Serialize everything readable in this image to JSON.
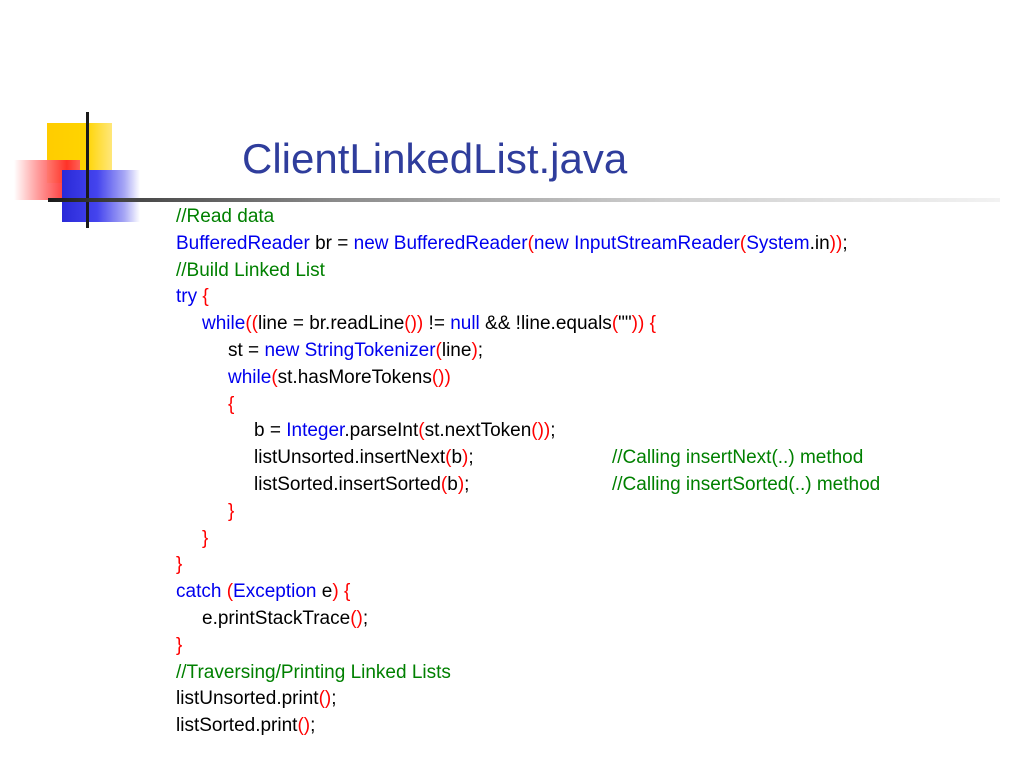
{
  "slide": {
    "title": "ClientLinkedList.java",
    "code_lines": [
      {
        "indent": 0,
        "tokens": [
          {
            "t": "c",
            "s": "//Read data"
          }
        ]
      },
      {
        "indent": 0,
        "tokens": [
          {
            "t": "k",
            "s": "BufferedReader"
          },
          {
            "t": "t",
            "s": " br = "
          },
          {
            "t": "k",
            "s": "new"
          },
          {
            "t": "t",
            "s": " "
          },
          {
            "t": "k",
            "s": "BufferedReader"
          },
          {
            "t": "p",
            "s": "("
          },
          {
            "t": "k",
            "s": "new"
          },
          {
            "t": "t",
            "s": " "
          },
          {
            "t": "k",
            "s": "InputStreamReader"
          },
          {
            "t": "p",
            "s": "("
          },
          {
            "t": "k",
            "s": "System"
          },
          {
            "t": "t",
            "s": ".in"
          },
          {
            "t": "p",
            "s": "))"
          },
          {
            "t": "t",
            "s": ";"
          }
        ]
      },
      {
        "indent": 0,
        "tokens": [
          {
            "t": "c",
            "s": "//Build Linked List"
          }
        ]
      },
      {
        "indent": 0,
        "tokens": [
          {
            "t": "k",
            "s": "try"
          },
          {
            "t": "t",
            "s": " "
          },
          {
            "t": "p",
            "s": "{"
          }
        ]
      },
      {
        "indent": 1,
        "tokens": [
          {
            "t": "k",
            "s": "while"
          },
          {
            "t": "p",
            "s": "(("
          },
          {
            "t": "t",
            "s": "line = br.readLine"
          },
          {
            "t": "p",
            "s": "())"
          },
          {
            "t": "t",
            "s": " != "
          },
          {
            "t": "k",
            "s": "null"
          },
          {
            "t": "t",
            "s": " && !line.equals"
          },
          {
            "t": "p",
            "s": "("
          },
          {
            "t": "t",
            "s": "\"\""
          },
          {
            "t": "p",
            "s": "))"
          },
          {
            "t": "t",
            "s": " "
          },
          {
            "t": "p",
            "s": "{"
          }
        ]
      },
      {
        "indent": 2,
        "tokens": [
          {
            "t": "t",
            "s": "st = "
          },
          {
            "t": "k",
            "s": "new"
          },
          {
            "t": "t",
            "s": " "
          },
          {
            "t": "k",
            "s": "StringTokenizer"
          },
          {
            "t": "p",
            "s": "("
          },
          {
            "t": "t",
            "s": "line"
          },
          {
            "t": "p",
            "s": ")"
          },
          {
            "t": "t",
            "s": ";"
          }
        ]
      },
      {
        "indent": 2,
        "tokens": [
          {
            "t": "k",
            "s": "while"
          },
          {
            "t": "p",
            "s": "("
          },
          {
            "t": "t",
            "s": "st.hasMoreTokens"
          },
          {
            "t": "p",
            "s": "())"
          }
        ]
      },
      {
        "indent": 2,
        "tokens": [
          {
            "t": "p",
            "s": "{"
          }
        ]
      },
      {
        "indent": 3,
        "tokens": [
          {
            "t": "t",
            "s": "b = "
          },
          {
            "t": "k",
            "s": "Integer"
          },
          {
            "t": "t",
            "s": ".parseInt"
          },
          {
            "t": "p",
            "s": "("
          },
          {
            "t": "t",
            "s": "st.nextToken"
          },
          {
            "t": "p",
            "s": "())"
          },
          {
            "t": "t",
            "s": ";"
          }
        ]
      },
      {
        "indent": 3,
        "tokens": [
          {
            "t": "t",
            "s": "listUnsorted.insertNext"
          },
          {
            "t": "p",
            "s": "("
          },
          {
            "t": "t",
            "s": "b"
          },
          {
            "t": "p",
            "s": ")"
          },
          {
            "t": "t",
            "s": ";"
          }
        ],
        "comment": "//Calling insertNext(..) method"
      },
      {
        "indent": 3,
        "tokens": [
          {
            "t": "t",
            "s": "listSorted.insertSorted"
          },
          {
            "t": "p",
            "s": "("
          },
          {
            "t": "t",
            "s": "b"
          },
          {
            "t": "p",
            "s": ")"
          },
          {
            "t": "t",
            "s": ";"
          }
        ],
        "comment": "//Calling insertSorted(..) method"
      },
      {
        "indent": 2,
        "tokens": [
          {
            "t": "p",
            "s": "}"
          }
        ]
      },
      {
        "indent": 1,
        "tokens": [
          {
            "t": "p",
            "s": "}"
          }
        ]
      },
      {
        "indent": 0,
        "tokens": [
          {
            "t": "p",
            "s": "}"
          }
        ]
      },
      {
        "indent": 0,
        "tokens": [
          {
            "t": "k",
            "s": "catch"
          },
          {
            "t": "t",
            "s": " "
          },
          {
            "t": "p",
            "s": "("
          },
          {
            "t": "k",
            "s": "Exception"
          },
          {
            "t": "t",
            "s": " e"
          },
          {
            "t": "p",
            "s": ")"
          },
          {
            "t": "t",
            "s": " "
          },
          {
            "t": "p",
            "s": "{"
          }
        ]
      },
      {
        "indent": 1,
        "tokens": [
          {
            "t": "t",
            "s": "e.printStackTrace"
          },
          {
            "t": "p",
            "s": "()"
          },
          {
            "t": "t",
            "s": ";"
          }
        ]
      },
      {
        "indent": 0,
        "tokens": [
          {
            "t": "p",
            "s": "}"
          }
        ]
      },
      {
        "indent": 0,
        "tokens": [
          {
            "t": "c",
            "s": "//Traversing/Printing Linked Lists"
          }
        ]
      },
      {
        "indent": 0,
        "tokens": [
          {
            "t": "t",
            "s": "listUnsorted.print"
          },
          {
            "t": "p",
            "s": "()"
          },
          {
            "t": "t",
            "s": ";"
          }
        ]
      },
      {
        "indent": 0,
        "tokens": [
          {
            "t": "t",
            "s": "listSorted.print"
          },
          {
            "t": "p",
            "s": "()"
          },
          {
            "t": "t",
            "s": ";"
          }
        ]
      }
    ]
  },
  "colors": {
    "title": "#2f3d9c",
    "keyword": "#0000ee",
    "punctuation": "#ff0000",
    "comment": "#008000",
    "text": "#000000"
  }
}
